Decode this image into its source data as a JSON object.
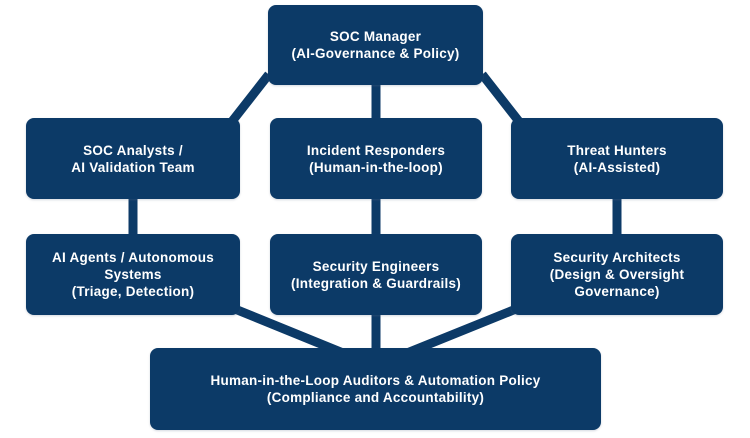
{
  "diagram": {
    "type": "org-chart",
    "colors": {
      "node_fill": "#0c3a67",
      "node_text": "#ffffff",
      "connector": "#0c3a67",
      "background": "#ffffff"
    },
    "nodes": {
      "manager": {
        "title": "SOC Manager",
        "subtitle": "(AI-Governance & Policy)"
      },
      "analysts": {
        "title": "SOC Analysts /",
        "subtitle": "AI Validation Team"
      },
      "responders": {
        "title": "Incident Responders",
        "subtitle": "(Human-in-the-loop)"
      },
      "hunters": {
        "title": "Threat Hunters",
        "subtitle": "(AI-Assisted)"
      },
      "agents": {
        "title": "AI Agents / Autonomous Systems",
        "subtitle": "(Triage, Detection)"
      },
      "engineers": {
        "title": "Security Engineers",
        "subtitle": "(Integration & Guardrails)"
      },
      "architects": {
        "title": "Security Architects",
        "subtitle": "(Design & Oversight Governance)"
      },
      "auditors": {
        "title": "Human-in-the-Loop Auditors & Automation Policy",
        "subtitle": "(Compliance and Accountability)"
      }
    },
    "edges": [
      {
        "from": "manager",
        "to": "analysts"
      },
      {
        "from": "manager",
        "to": "responders"
      },
      {
        "from": "manager",
        "to": "hunters"
      },
      {
        "from": "analysts",
        "to": "agents"
      },
      {
        "from": "responders",
        "to": "engineers"
      },
      {
        "from": "hunters",
        "to": "architects"
      },
      {
        "from": "agents",
        "to": "auditors"
      },
      {
        "from": "engineers",
        "to": "auditors"
      },
      {
        "from": "architects",
        "to": "auditors"
      }
    ]
  }
}
